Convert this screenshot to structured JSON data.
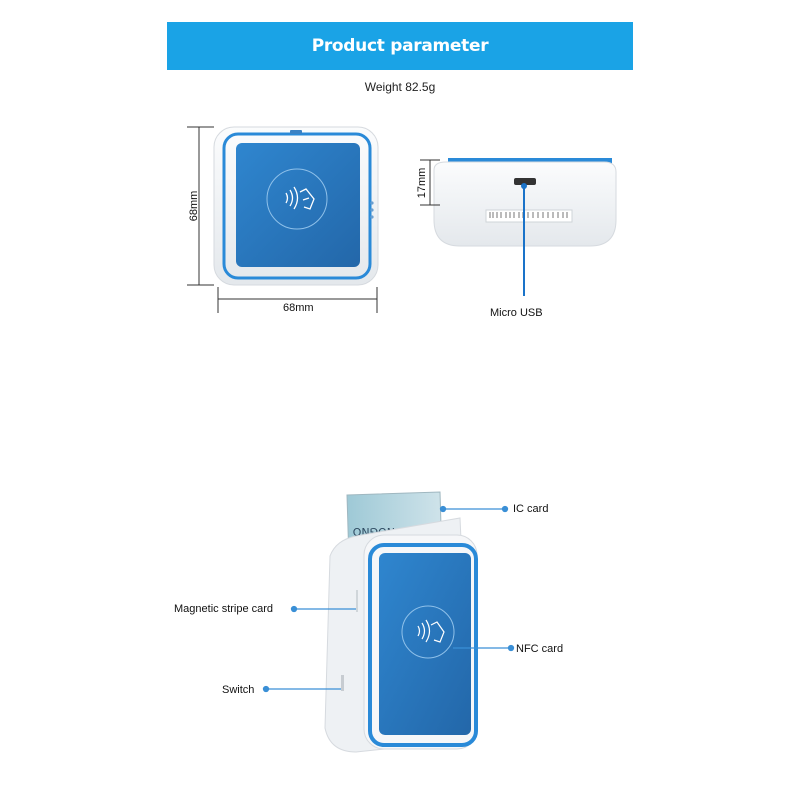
{
  "header": {
    "title": "Product parameter"
  },
  "specs": {
    "weight": "Weight 82.5g",
    "height_label": "68mm",
    "width_label": "68mm",
    "depth_label": "17mm",
    "port_label": "Micro USB"
  },
  "callouts": {
    "ic_card": "IC card",
    "magnetic": "Magnetic stripe card",
    "nfc": "NFC card",
    "switch": "Switch"
  },
  "colors": {
    "banner": "#1aa3e6",
    "device_blue": "#2b7cc3",
    "device_body": "#f2f4f6"
  }
}
